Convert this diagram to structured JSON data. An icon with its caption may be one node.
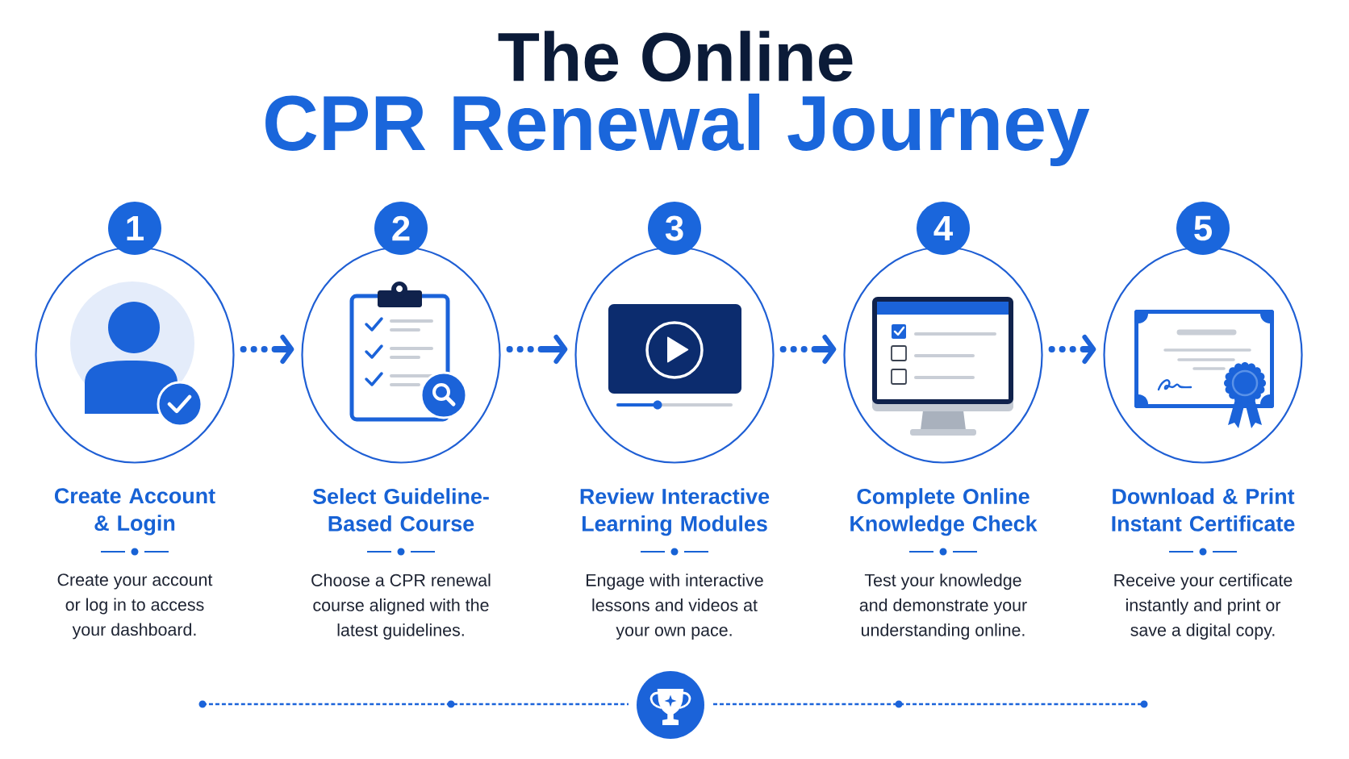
{
  "diagram": {
    "title": "The Online CPR Renewal Journey",
    "nodes": [
      {
        "text": [
          "1"
        ]
      },
      {
        "text": [
          "Create Account & Login",
          "Create your account or log in to access your dashboard."
        ]
      },
      {
        "text": [
          "2"
        ]
      },
      {
        "text": [
          "Select Guideline-Based Course",
          "Choose a CPR renewal course aligned with the latest guidelines."
        ]
      },
      {
        "text": [
          "3"
        ]
      },
      {
        "text": [
          "Review Interactive Learning Modules",
          "Engage with interactive lessons and videos at your own pace."
        ]
      },
      {
        "text": [
          "4"
        ]
      },
      {
        "text": [
          "Complete Online Knowledge Check",
          "Test your knowledge and demonstrate your understanding online."
        ]
      },
      {
        "text": [
          "5"
        ]
      },
      {
        "text": [
          "Download & Print Instant Certificate",
          "Receive your certificate instantly and print or save a digital copy."
        ]
      }
    ],
    "edges": [
      {
        "from": 1,
        "to": 3,
        "arrow": "to"
      },
      {
        "from": 3,
        "to": 5,
        "arrow": "to"
      },
      {
        "from": 5,
        "to": 7,
        "arrow": "to"
      },
      {
        "from": 7,
        "to": 9,
        "arrow": "to"
      }
    ]
  }
}
